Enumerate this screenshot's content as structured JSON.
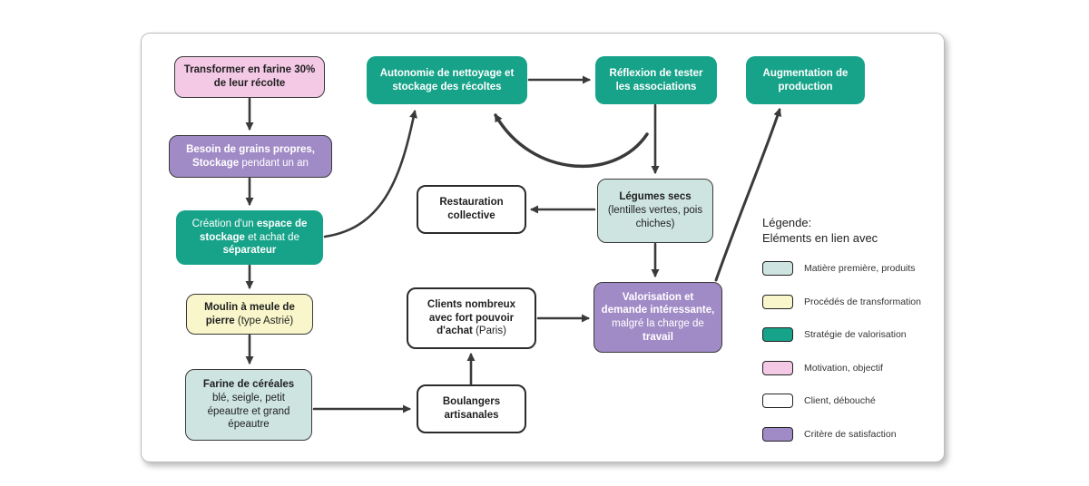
{
  "colors": {
    "raw_material": "#cde4e0",
    "process": "#f8f6ca",
    "strategy": "#17a389",
    "motivation": "#f3c9e5",
    "client": "#ffffff",
    "satisfaction": "#a18bc7",
    "arrow": "#3a3a3a"
  },
  "nodes": {
    "transformer": {
      "bold": "Transformer en farine 30% de leur récolte"
    },
    "besoin": {
      "bold": "Besoin de grains propres, Stockage",
      "normal": " pendant un an"
    },
    "creation": {
      "n1": "Création d'un ",
      "b1": "espace de stockage",
      "n2": " et achat de ",
      "b2": "séparateur"
    },
    "moulin": {
      "bold": "Moulin à meule de pierre",
      "normal": " (type Astrié)"
    },
    "farine": {
      "bold": "Farine de céréales",
      "normal": "blé, seigle, petit épeautre et grand épeautre"
    },
    "autonomie": {
      "bold": "Autonomie de nettoyage et stockage des récoltes"
    },
    "reflexion": {
      "bold": "Réflexion de tester les associations"
    },
    "augmentation": {
      "bold": "Augmentation de production"
    },
    "restauration": {
      "bold": "Restauration collective"
    },
    "legumes": {
      "bold": "Légumes secs",
      "normal": "(lentilles vertes, pois chiches)"
    },
    "clients": {
      "bold": "Clients nombreux avec fort pouvoir d'achat",
      "normal": " (Paris)"
    },
    "valorisation": {
      "b1": "Valorisation  et demande intéressante,",
      "n1": " malgré la charge de ",
      "b2": "travail"
    },
    "boulangers": {
      "bold": "Boulangers artisanales"
    }
  },
  "legend": {
    "title": "Légende:",
    "subtitle": "Eléments en lien avec",
    "items": [
      {
        "label": "Matière première, produits",
        "color": "#cde4e0"
      },
      {
        "label": "Procédés de transformation",
        "color": "#f8f6ca"
      },
      {
        "label": "Stratégie de valorisation",
        "color": "#17a389"
      },
      {
        "label": "Motivation, objectif",
        "color": "#f3c9e5"
      },
      {
        "label": "Client, débouché",
        "color": "#ffffff"
      },
      {
        "label": "Critère de satisfaction",
        "color": "#a18bc7"
      }
    ]
  }
}
